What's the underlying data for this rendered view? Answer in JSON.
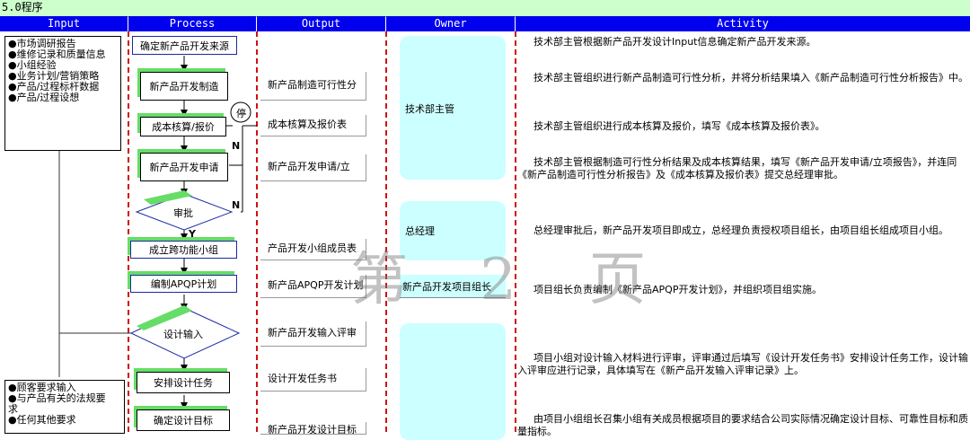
{
  "title": "5.0程序",
  "columns": {
    "input": "Input",
    "process": "Process",
    "output": "Output",
    "owner": "Owner",
    "activity": "Activity"
  },
  "inputs": {
    "first": [
      "●市场调研报告",
      "●维修记录和质量信息",
      "●小组经验",
      "●业务计划/营销策略",
      "●产品/过程标杆数据",
      "●产品/过程设想"
    ],
    "second": [
      "●顾客要求输入",
      "●与产品有关的法规要",
      "求",
      "●任何其他要求"
    ]
  },
  "process": {
    "p1": "确定新产品开发来源",
    "p2": "新产品开发制造",
    "p3": "成本核算/报价",
    "p4": "新产品开发申请",
    "d1": "审批",
    "p5": "成立跨功能小组",
    "p6": "编制APQP计划",
    "d2": "设计输入",
    "p7": "安排设计任务",
    "p8": "确定设计目标",
    "stop": "停",
    "n1": "N",
    "n2": "N",
    "y": "Y"
  },
  "outputs": [
    "新产品制造可行性分",
    "成本核算及报价表",
    "新产品开发申请/立",
    "产品开发小组成员表",
    "新产品APQP开发计划",
    "新产品开发输入评审",
    "设计开发任务书",
    "新产品开发设计目标"
  ],
  "owners": {
    "o1": "技术部主管",
    "o2": "总经理",
    "o3": "新产品开发项目组长"
  },
  "activities": [
    "技术部主管根据新产品开发设计Input信息确定新产品开发来源。",
    "技术部主管组织进行新产品制造可行性分析，并将分析结果填入《新产品制造可行性分析报告》中。",
    "技术部主管组织进行成本核算及报价，填写《成本核算及报价表》。",
    "技术部主管根据制造可行性分析结果及成本核算结果，填写《新产品开发申请/立项报告》，并连同《新产品制造可行性分析报告》及《成本核算及报价表》提交总经理审批。",
    "总经理审批后，新产品开发项目即成立，总经理负责授权项目组长，由项目组长组成项目小组。",
    "项目组长负责编制《新产品APQP开发计划》，并组织项目组实施。",
    "项目小组对设计输入材料进行评审，评审通过后填写《设计开发任务书》安排设计任务工作，设计输入评审应进行记录，具体填写在《新产品开发输入评审记录》上。",
    "由项目小组组长召集小组有关成员根据项目的要求结合公司实际情况确定设计目标、可靠性目标和质量指标。"
  ],
  "watermark": "第 2 页"
}
